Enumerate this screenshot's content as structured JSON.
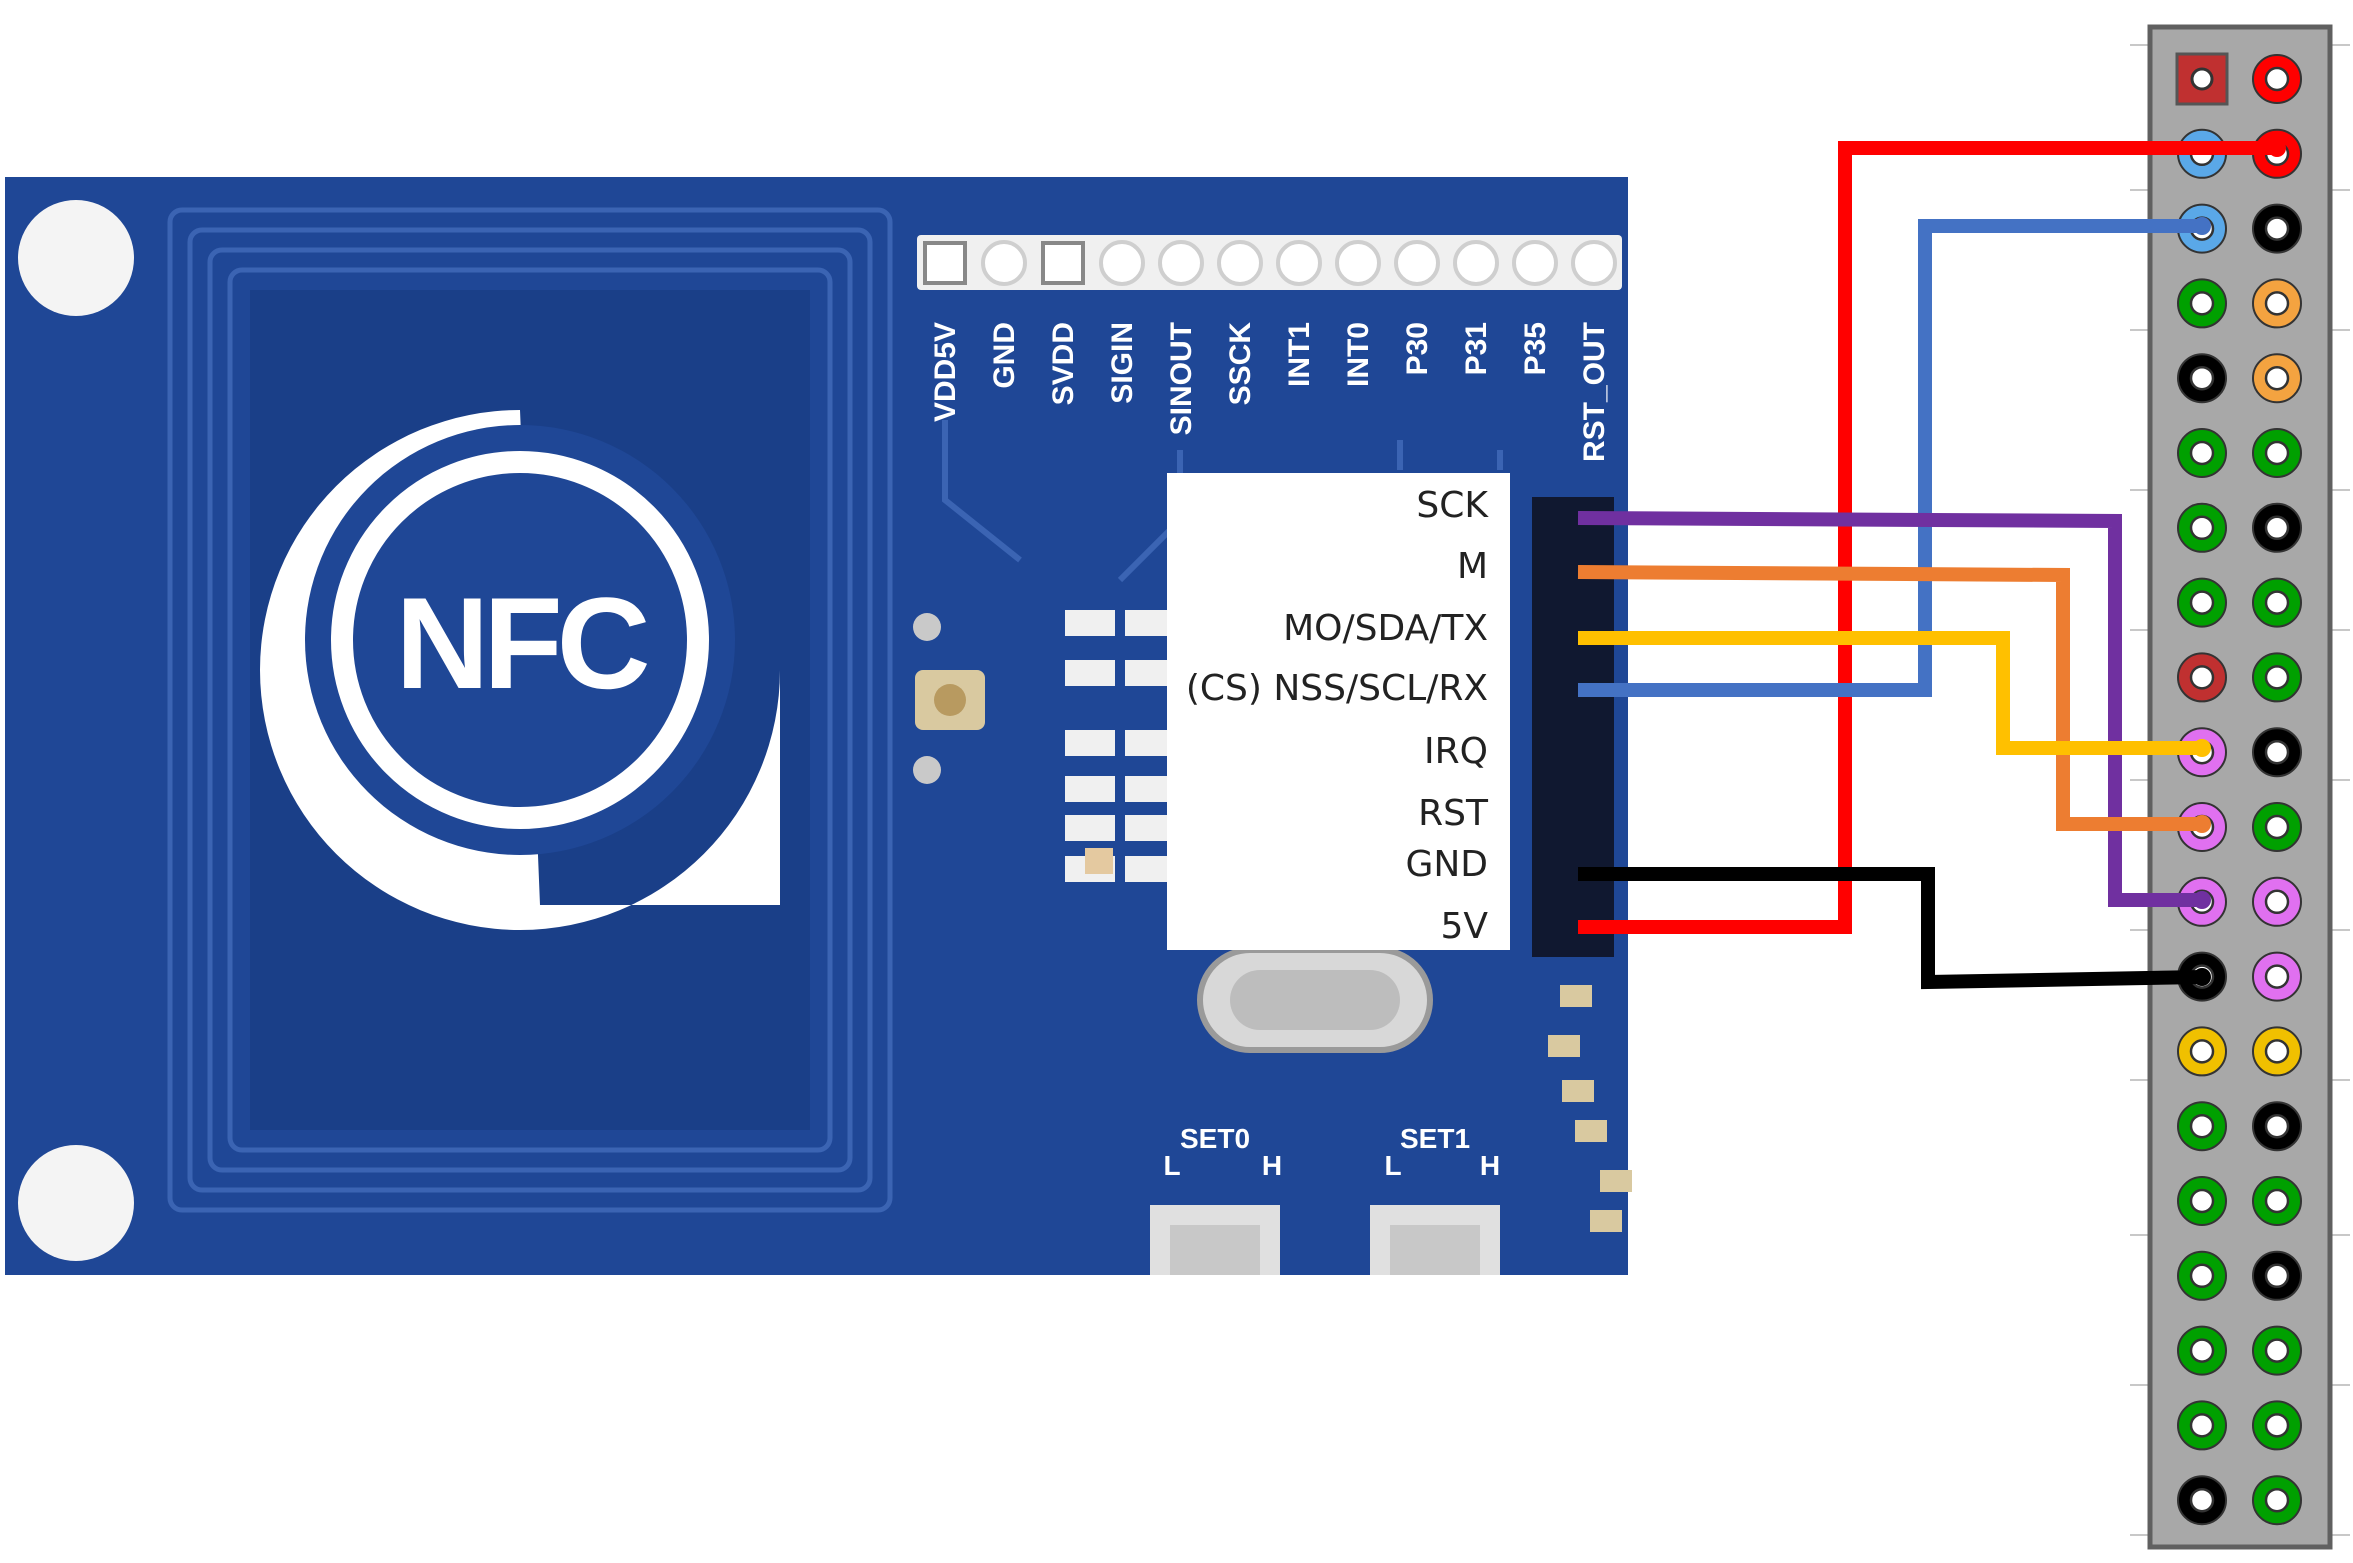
{
  "board": {
    "logo_text": "NFC",
    "header_pins": [
      "VDD5V",
      "GND",
      "SVDD",
      "SIGIN",
      "SINOUT",
      "SSCK",
      "INT1",
      "INT0",
      "P30",
      "P31",
      "P35",
      "RST_OUT"
    ],
    "switch_labels": [
      "SET0",
      "SET1"
    ],
    "switch_positions": [
      "L",
      "H"
    ]
  },
  "interface_pins": [
    {
      "label": "SCK",
      "color": "#7030a0"
    },
    {
      "label": "M",
      "color": "#ed7d31"
    },
    {
      "label": "MO/SDA/TX",
      "color": "#ffc000"
    },
    {
      "label": "(CS)  NSS/SCL/RX",
      "color": "#4472c4"
    },
    {
      "label": "IRQ",
      "color": ""
    },
    {
      "label": "RST",
      "color": ""
    },
    {
      "label": "GND",
      "color": "#000000"
    },
    {
      "label": "5V",
      "color": "#ff0000"
    }
  ],
  "gpio_header": {
    "rows": 20,
    "pin_colors": [
      [
        "power-3v3",
        "power-5v"
      ],
      [
        "i2c",
        "power-5v"
      ],
      [
        "i2c",
        "ground"
      ],
      [
        "gpio",
        "uart"
      ],
      [
        "ground",
        "uart"
      ],
      [
        "gpio",
        "gpio"
      ],
      [
        "gpio",
        "ground"
      ],
      [
        "gpio",
        "gpio"
      ],
      [
        "power-3v3",
        "gpio"
      ],
      [
        "spi",
        "ground"
      ],
      [
        "spi",
        "gpio"
      ],
      [
        "spi",
        "spi"
      ],
      [
        "ground",
        "spi"
      ],
      [
        "eeprom",
        "eeprom"
      ],
      [
        "gpio",
        "ground"
      ],
      [
        "gpio",
        "gpio"
      ],
      [
        "gpio",
        "ground"
      ],
      [
        "gpio",
        "gpio"
      ],
      [
        "gpio",
        "gpio"
      ],
      [
        "ground",
        "gpio"
      ]
    ]
  },
  "colors": {
    "board_blue": "#1f4796",
    "power-3v3": "#c03030",
    "power-5v": "#ff0000",
    "i2c": "#5aa8e8",
    "ground": "#000000",
    "gpio": "#00a000",
    "uart": "#f4a340",
    "spi": "#e070f0",
    "eeprom": "#f0c000"
  }
}
